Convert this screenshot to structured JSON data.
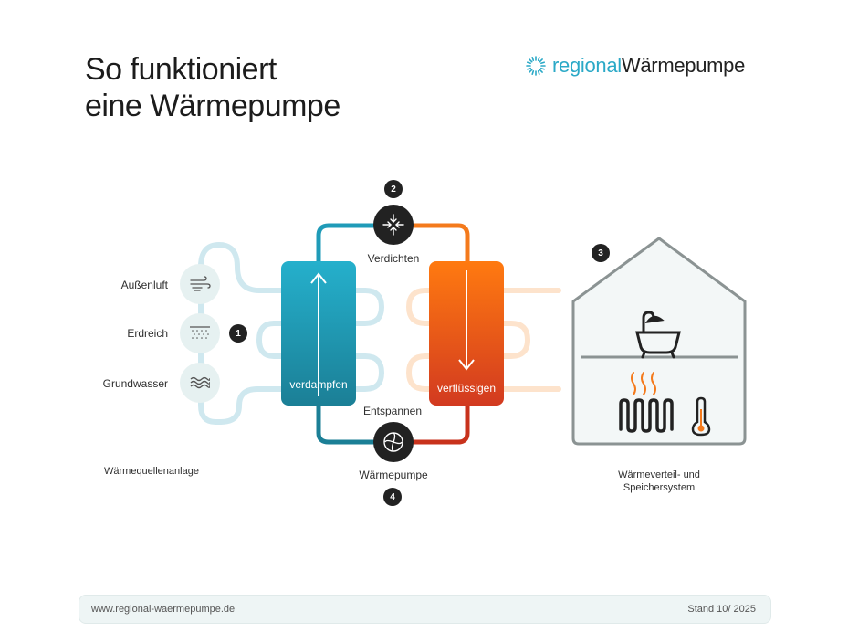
{
  "title": {
    "line1": "So funktioniert",
    "line2": "eine Wärmepumpe"
  },
  "logo": {
    "part1": "regional",
    "part2": "Wärmepumpe"
  },
  "sources": [
    {
      "label": "Außenluft",
      "icon": "wind-icon"
    },
    {
      "label": "Erdreich",
      "icon": "soil-icon"
    },
    {
      "label": "Grundwasser",
      "icon": "water-waves-icon"
    }
  ],
  "steps": {
    "s1": "1",
    "s2": "2",
    "s3": "3",
    "s4": "4"
  },
  "labels": {
    "verdichten": "Verdichten",
    "entspannen": "Entspannen",
    "waermepumpe": "Wärmepumpe",
    "quellenanlage": "Wärmequellenanlage",
    "verteil_line1": "Wärmeverteil- und",
    "verteil_line2": "Speichersystem",
    "verdampfen": "verdampfen",
    "verfluessigen": "verflüssigen"
  },
  "footer": {
    "url": "www.regional-waermepumpe.de",
    "stand": "Stand 10/ 2025"
  },
  "colors": {
    "cold": "#1f9bb8",
    "cold_light": "#cfe8ef",
    "hot": "#f06a18",
    "hot_light": "#fde3cc",
    "house": "#f3f7f7",
    "dark": "#222222"
  }
}
